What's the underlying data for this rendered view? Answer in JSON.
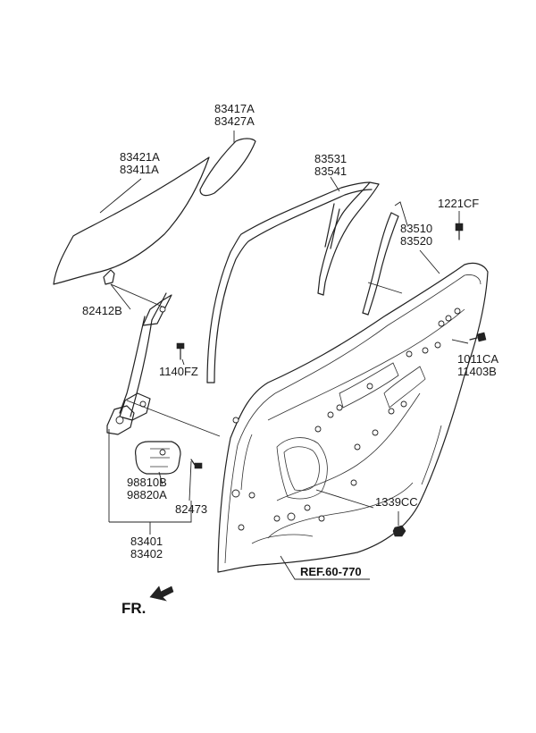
{
  "labels": {
    "p83417A": "83417A",
    "p83427A": "83427A",
    "p83421A": "83421A",
    "p83411A": "83411A",
    "p83531": "83531",
    "p83541": "83541",
    "p1221CF": "1221CF",
    "p83510": "83510",
    "p83520": "83520",
    "p82412B": "82412B",
    "p1140FZ": "1140FZ",
    "p1011CA": "1011CA",
    "p11403B": "11403B",
    "p98810B": "98810B",
    "p98820A": "98820A",
    "p82473": "82473",
    "p83401": "83401",
    "p83402": "83402",
    "p1339CC": "1339CC",
    "ref": "REF.60-770",
    "fr": "FR."
  }
}
